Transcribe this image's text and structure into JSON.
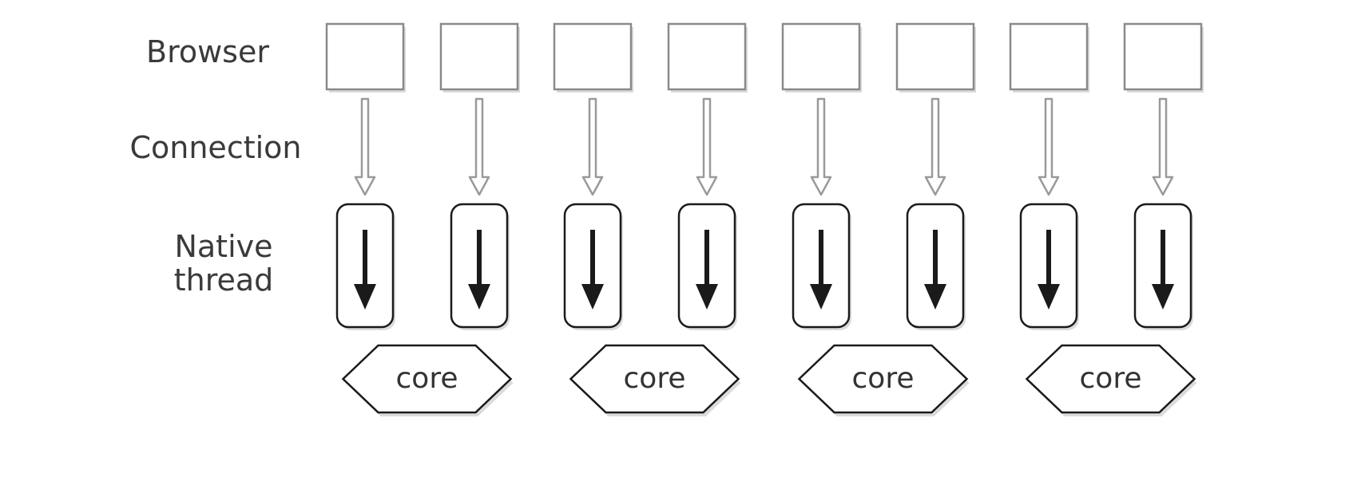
{
  "row_labels": {
    "browser": "Browser",
    "connection": "Connection",
    "native_thread": "Native\nthread"
  },
  "browser_count": 8,
  "thread_count": 8,
  "core_count": 4,
  "core_label": "core",
  "colors": {
    "text": "#3a3a3a",
    "box_stroke": "#8a8a8a",
    "connection_arrow": "#9a9a9a",
    "thread_stroke": "#1a1a1a",
    "shadow": "#bdbdbd"
  }
}
